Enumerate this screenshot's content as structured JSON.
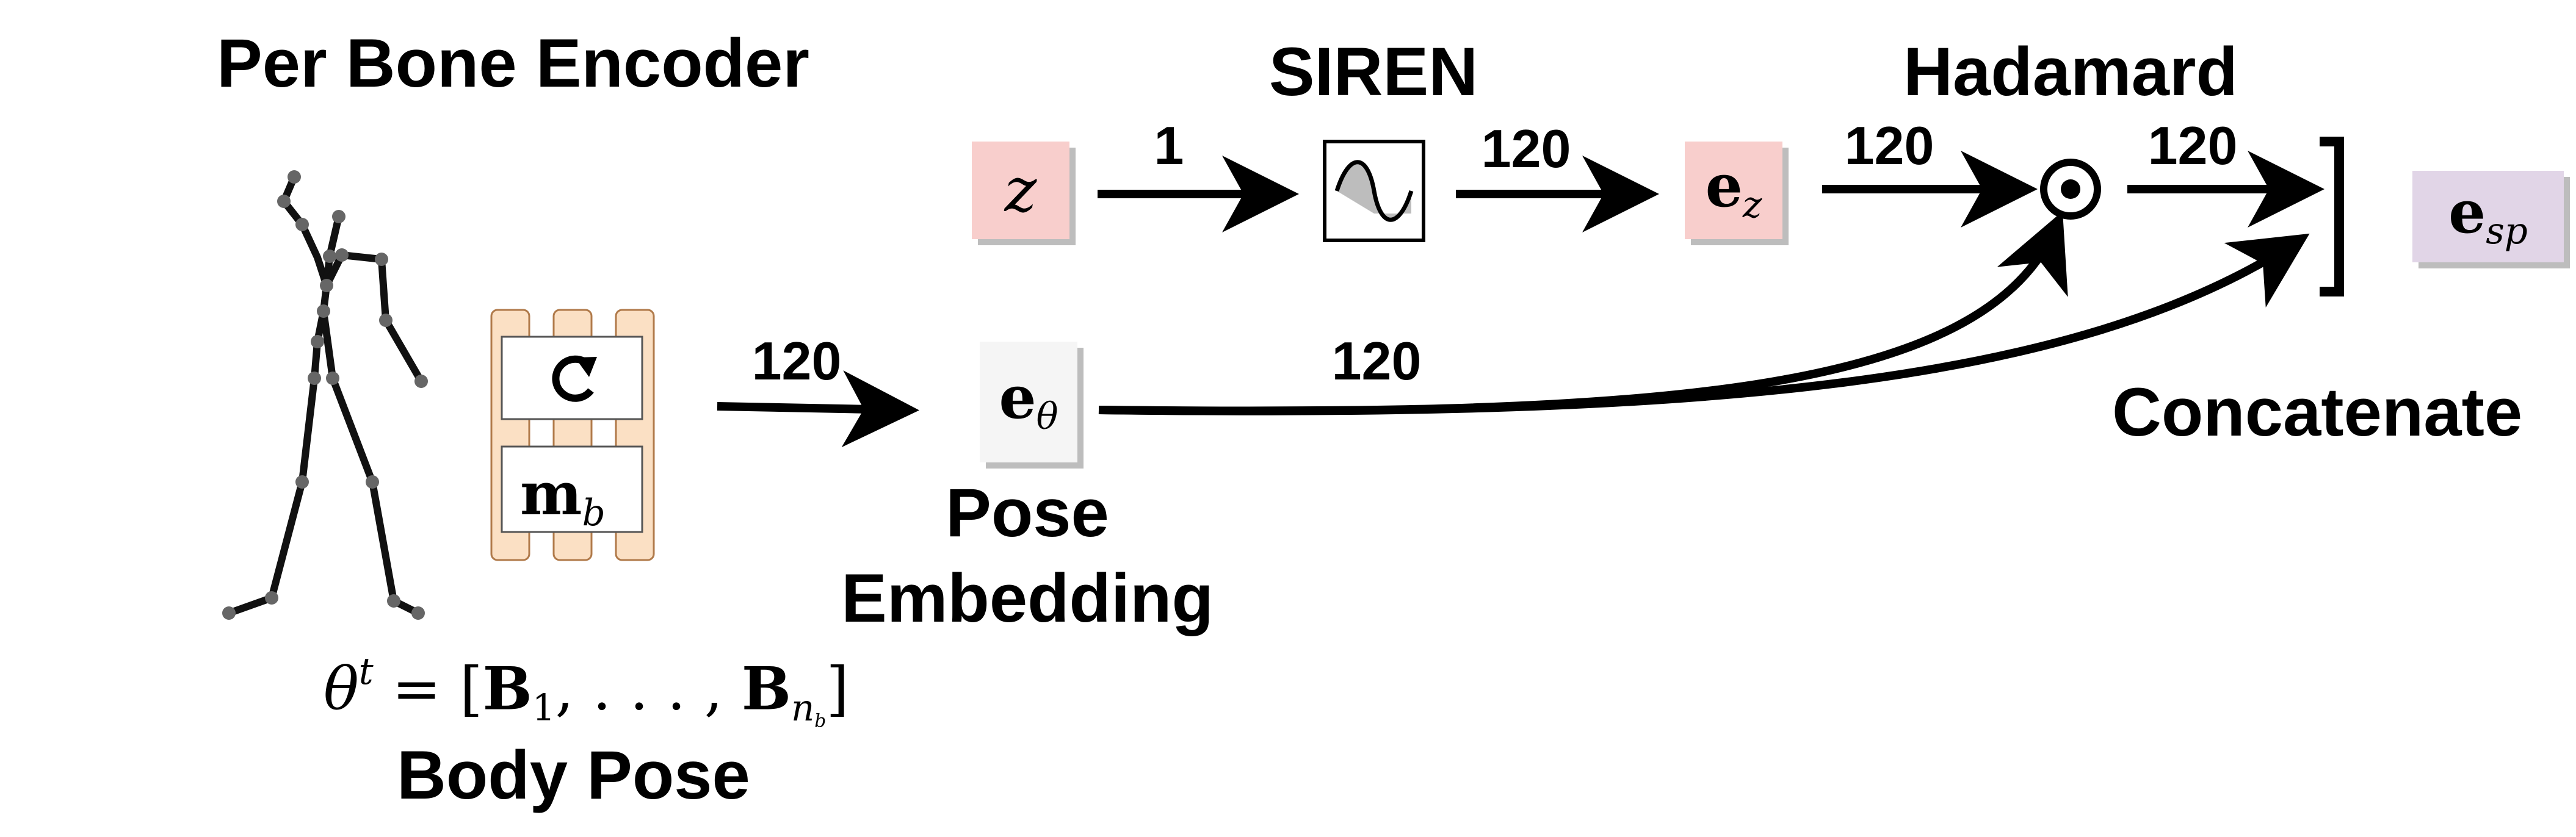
{
  "title_encoder": "Per Bone Encoder",
  "title_siren": "SIREN",
  "title_hadamard": "Hadamard",
  "label_concatenate": "Concatenate",
  "label_pose_embedding": [
    "Pose",
    "Embedding"
  ],
  "label_body_pose": "Body Pose",
  "math": {
    "z": "z",
    "e": "e",
    "e_z_sub": "z",
    "e_theta_sub": "θ",
    "e_sp_sub": "sp",
    "m": "m",
    "m_sub": "b",
    "theta": "θ",
    "theta_sup": "t",
    "eq": " = [",
    "B": "B",
    "B1_sub": "1",
    "dots": ", . . . , ",
    "n": "n",
    "n_sub": "b",
    "close": "]",
    "hadamard_symbol": "⊙",
    "rotate_icon": "rotate-icon"
  },
  "edge_labels": {
    "z_to_siren": "1",
    "siren_to_ez": "120",
    "ez_to_hadamard": "120",
    "hadamard_to_concat": "120",
    "encoder_to_etheta": "120",
    "etheta_out": "120"
  },
  "colors": {
    "z_box": "#f8cecc",
    "e_theta_box": "#f5f5f5",
    "e_sp_box": "#e1d5e7",
    "encoder_strips": "#fbe0c4",
    "encoder_strip_border": "#b07a4a"
  }
}
